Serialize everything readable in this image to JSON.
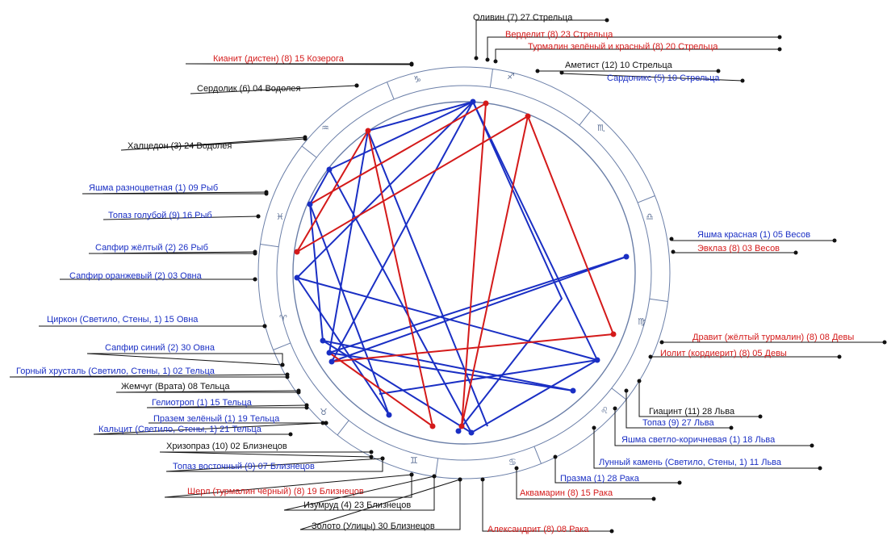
{
  "colors": {
    "black": "#111111",
    "blue": "#1a2fc4",
    "red": "#d41a1a",
    "ring": "#6b7fa8",
    "sign": "#5b6f95"
  },
  "zodiac_glyphs": [
    {
      "name": "capricorn-glyph",
      "symbol": "♑"
    },
    {
      "name": "sagittarius-glyph",
      "symbol": "♐"
    },
    {
      "name": "aquarius-glyph",
      "symbol": "♒"
    },
    {
      "name": "scorpio-glyph",
      "symbol": "♏"
    },
    {
      "name": "libra-glyph",
      "symbol": "♎"
    },
    {
      "name": "pisces-glyph",
      "symbol": "♓"
    },
    {
      "name": "virgo-glyph",
      "symbol": "♍"
    },
    {
      "name": "aries-glyph",
      "symbol": "♈"
    },
    {
      "name": "leo-glyph",
      "symbol": "♌"
    },
    {
      "name": "taurus-glyph",
      "symbol": "♉"
    },
    {
      "name": "gemini-glyph",
      "symbol": "♊"
    },
    {
      "name": "cancer-glyph",
      "symbol": "♋"
    }
  ],
  "labels": [
    {
      "text": "Оливин (7) 27 Стрельца",
      "color": "black"
    },
    {
      "text": "Верделит (8) 23 Стрельца",
      "color": "red"
    },
    {
      "text": "Турмалин зелёный и красный (8) 20 Стрельца",
      "color": "red"
    },
    {
      "text": "Кианит (дистен) (8) 15 Козерога",
      "color": "red"
    },
    {
      "text": "Аметист (12) 10 Стрельца",
      "color": "black"
    },
    {
      "text": "Сардоникс (5) 10 Стрельца",
      "color": "blue"
    },
    {
      "text": "Сердолик (6) 04 Водолея",
      "color": "black"
    },
    {
      "text": "Халцедон (3) 24 Водолея",
      "color": "black"
    },
    {
      "text": "Яшма разноцветная (1) 09 Рыб",
      "color": "blue"
    },
    {
      "text": "Топаз голубой (9) 16 Рыб",
      "color": "blue"
    },
    {
      "text": "Яшма красная (1) 05 Весов",
      "color": "blue"
    },
    {
      "text": "Эвклаз (8) 03 Весов",
      "color": "red"
    },
    {
      "text": "Сапфир жёлтый (2) 26 Рыб",
      "color": "blue"
    },
    {
      "text": "Сапфир оранжевый (2) 03 Овна",
      "color": "blue"
    },
    {
      "text": "Циркон (Светило, Стены, 1) 15 Овна",
      "color": "blue"
    },
    {
      "text": "Дравит (жёлтый турмалин) (8) 08 Девы",
      "color": "red"
    },
    {
      "text": "Сапфир синий (2) 30 Овна",
      "color": "blue"
    },
    {
      "text": "Иолит (кордиерит) (8) 05 Девы",
      "color": "red"
    },
    {
      "text": "Горный хрусталь (Светило, Стены, 1) 02 Тельца",
      "color": "blue"
    },
    {
      "text": "Жемчуг (Врата) 08 Тельца",
      "color": "black"
    },
    {
      "text": "Гелиотроп (1) 15 Тельца",
      "color": "blue"
    },
    {
      "text": "Гиацинт (11) 28 Льва",
      "color": "black"
    },
    {
      "text": "Празем зелёный (1) 19 Тельца",
      "color": "blue"
    },
    {
      "text": "Топаз (9) 27 Льва",
      "color": "blue"
    },
    {
      "text": "Кальцит (Светило, Стены, 1) 21 Тельца",
      "color": "blue"
    },
    {
      "text": "Хризопраз (10) 02 Близнецов",
      "color": "black"
    },
    {
      "text": "Яшма светло-коричневая (1) 18 Льва",
      "color": "blue"
    },
    {
      "text": "Топаз восточный (9) 07 Близнецов",
      "color": "blue"
    },
    {
      "text": "Лунный камень (Светило, Стены, 1) 11 Льва",
      "color": "blue"
    },
    {
      "text": "Празма (1) 28 Рака",
      "color": "blue"
    },
    {
      "text": "Шерл (турмалин чёрный) (8) 19 Близнецов",
      "color": "red"
    },
    {
      "text": "Аквамарин (8) 15 Рака",
      "color": "red"
    },
    {
      "text": "Изумруд (4) 23 Близнецов",
      "color": "black"
    },
    {
      "text": "Золото (Улицы) 30 Близнецов",
      "color": "black"
    },
    {
      "text": "Александрит (8) 08 Рака",
      "color": "red"
    }
  ]
}
